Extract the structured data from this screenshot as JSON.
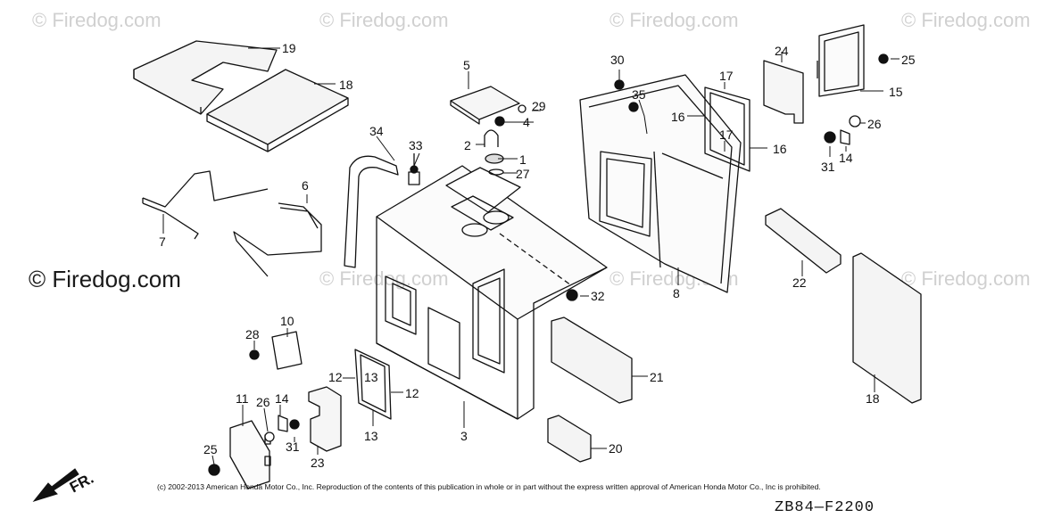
{
  "watermarks": [
    "© Firedog.com",
    "© Firedog.com",
    "© Firedog.com",
    "© Firedog.com",
    "© Firedog.com",
    "© Firedog.com",
    "© Firedog.com",
    "© Firedog.com"
  ],
  "brand_watermark": "© Firedog.com",
  "copyright": "(c) 2002-2013 American Honda Motor Co., Inc. Reproduction of the contents of this publication in whole or in part without the express written approval of American Honda Motor Co., Inc is prohibited.",
  "figure_code": "ZB84—F2200",
  "direction_label": "FR.",
  "callouts": {
    "c1": "1",
    "c2": "2",
    "c3": "3",
    "c4": "4",
    "c5": "5",
    "c6": "6",
    "c7": "7",
    "c8": "8",
    "c10": "10",
    "c11": "11",
    "c12a": "12",
    "c12b": "12",
    "c13a": "13",
    "c13b": "13",
    "c14a": "14",
    "c14b": "14",
    "c15": "15",
    "c16a": "16",
    "c16b": "16",
    "c17a": "17",
    "c17b": "17",
    "c18a": "18",
    "c18b": "18",
    "c19": "19",
    "c20": "20",
    "c21": "21",
    "c22": "22",
    "c23": "23",
    "c24": "24",
    "c25a": "25",
    "c25b": "25",
    "c26a": "26",
    "c26b": "26",
    "c27": "27",
    "c28": "28",
    "c29": "29",
    "c30": "30",
    "c31a": "31",
    "c31b": "31",
    "c32": "32",
    "c33": "33",
    "c34": "34",
    "c35": "35"
  }
}
